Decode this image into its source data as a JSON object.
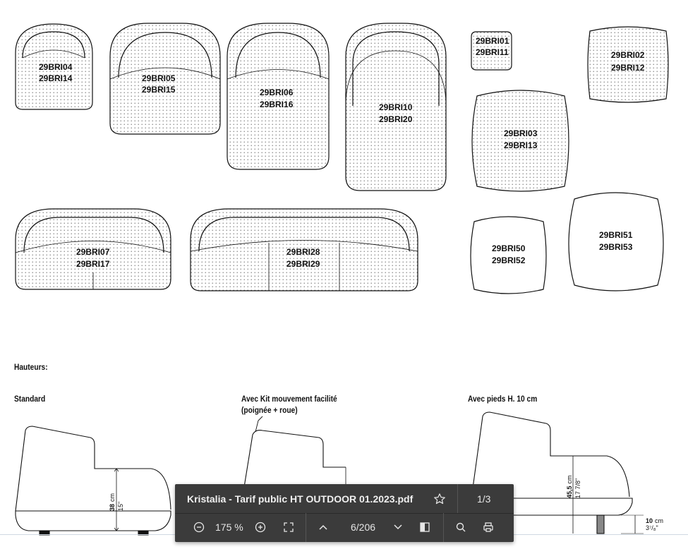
{
  "labels": {
    "a04": "29BRI04",
    "a14": "29BRI14",
    "a05": "29BRI05",
    "a15": "29BRI15",
    "a06": "29BRI06",
    "a16": "29BRI16",
    "a10": "29BRI10",
    "a20": "29BRI20",
    "a01": "29BRI01",
    "a11": "29BRI11",
    "a02": "29BRI02",
    "a12": "29BRI12",
    "a03": "29BRI03",
    "a13": "29BRI13",
    "a07": "29BRI07",
    "a17": "29BRI17",
    "a28": "29BRI28",
    "a29": "29BRI29",
    "a50": "29BRI50",
    "a52": "29BRI52",
    "a51": "29BRI51",
    "a53": "29BRI53"
  },
  "section": {
    "heights_title": "Hauteurs:",
    "standard": "Standard",
    "kit_line1": "Avec Kit mouvement facilité",
    "kit_line2": "(poignée + roue)",
    "feet": "Avec pieds H. 10 cm"
  },
  "dims": {
    "std_cm": "38",
    "cm": "cm",
    "std_in": "15\"",
    "feet_cm": "45,5",
    "feet_in": "17 7/8\"",
    "feet_h": "10",
    "feet_h_in": "3⁷/₈\""
  },
  "toolbar": {
    "filename": "Kristalia - Tarif public HT OUTDOOR 01.2023.pdf",
    "doc_pages": "1/3",
    "zoom": "175 %",
    "page_indicator": "6/206"
  },
  "colors": {
    "toolbar_bg": "#3b3b3b",
    "ink": "#111111"
  }
}
